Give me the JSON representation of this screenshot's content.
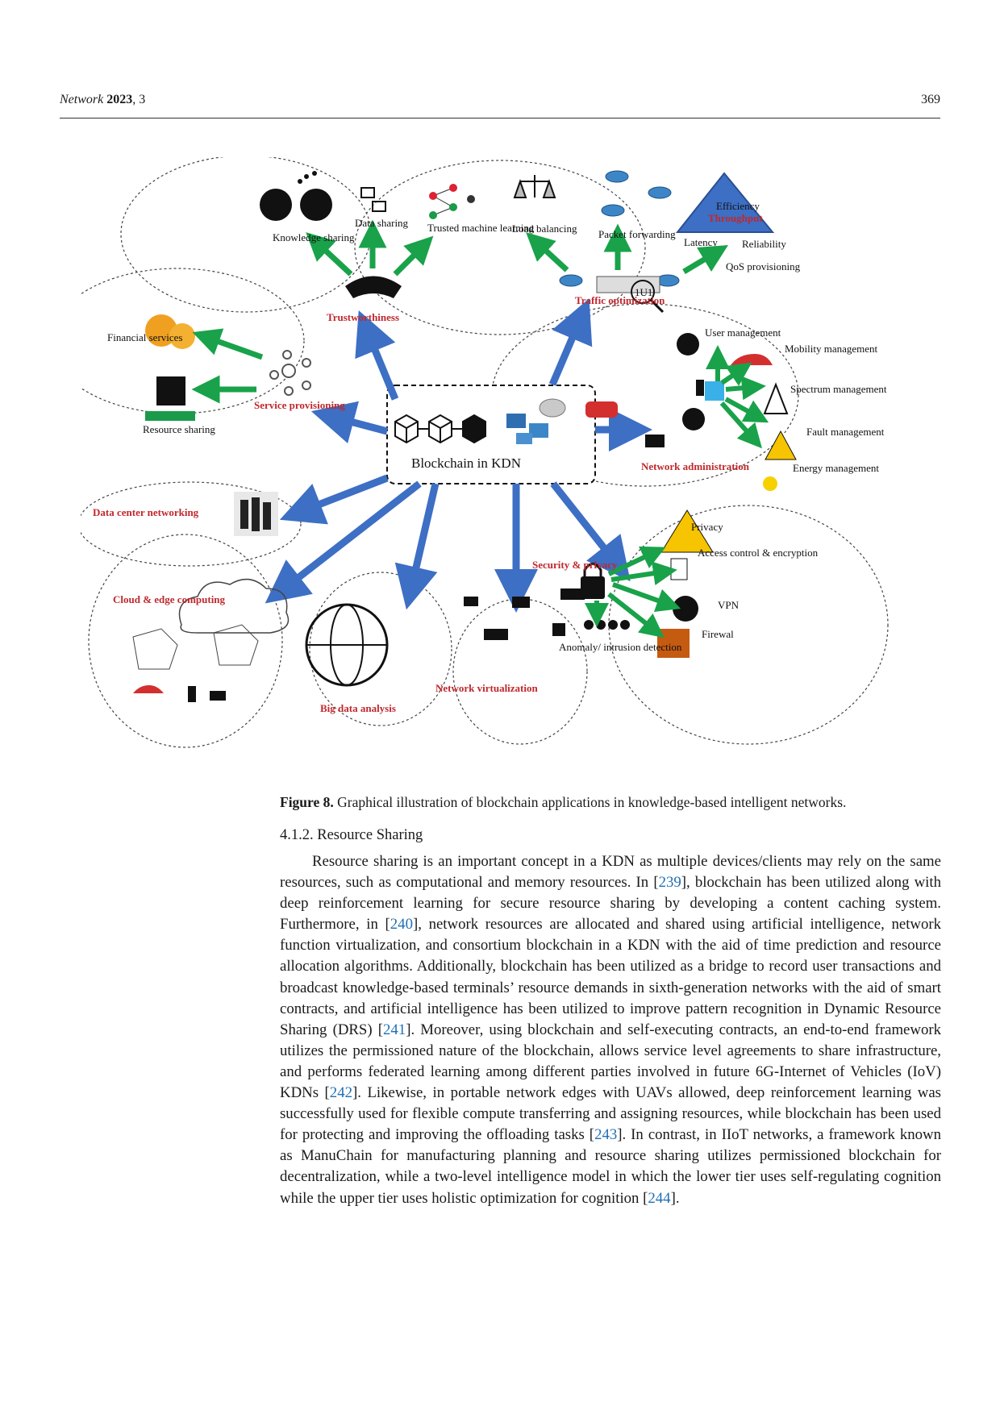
{
  "header": {
    "journal": "Network",
    "year": "2023",
    "volume": ", 3",
    "page": "369"
  },
  "figure": {
    "center_label": "Blockchain in KDN",
    "nodes": {
      "knowledge_sharing": "Knowledge sharing",
      "data_sharing": "Data sharing",
      "trusted_ml": "Trusted machine learning",
      "trustworthiness": "Trustworthiness",
      "load_balancing": "Load balancing",
      "packet_forwarding": "Packet forwarding",
      "efficiency": "Efficiency",
      "throughput": "Throughput",
      "latency": "Latency",
      "reliability": "Reliability",
      "qos": "QoS provisioning",
      "traffic_opt": "Traffic optimization",
      "financial": "Financial services",
      "resource_sharing": "Resource sharing",
      "service_prov": "Service provisioning",
      "user_mgmt": "User management",
      "mobility": "Mobility management",
      "spectrum": "Spectrum management",
      "fault": "Fault management",
      "energy": "Energy management",
      "net_admin": "Network administration",
      "data_center": "Data center networking",
      "cloud_edge": "Cloud & edge computing",
      "big_data": "Big data analysis",
      "net_virt": "Network virtualization",
      "privacy": "Privacy",
      "access_control": "Access control & encryption",
      "vpn": "VPN",
      "firewall": "Firewal",
      "anomaly": "Anomaly/ intrusion detection",
      "security": "Security & privacy",
      "binary": "1U1"
    }
  },
  "caption": {
    "label": "Figure 8.",
    "text": "Graphical illustration of blockchain applications in knowledge-based intelligent networks."
  },
  "subsection": "4.1.2. Resource Sharing",
  "paragraph": [
    {
      "t": "Resource sharing is an important concept in a KDN as multiple devices/clients may rely on the same resources, such as computational and memory resources. In ["
    },
    {
      "c": "239"
    },
    {
      "t": "], blockchain has been utilized along with deep reinforcement learning for secure resource sharing by developing a content caching system. Furthermore, in ["
    },
    {
      "c": "240"
    },
    {
      "t": "], network resources are allocated and shared using artificial intelligence, network function virtualization, and consortium blockchain in a KDN with the aid of time prediction and resource allocation algorithms. Additionally, blockchain has been utilized as a bridge to record user transactions and broadcast knowledge-based terminals’ resource demands in sixth-generation networks with the aid of smart contracts, and artificial intelligence has been utilized to improve pattern recognition in Dynamic Resource Sharing (DRS) ["
    },
    {
      "c": "241"
    },
    {
      "t": "]. Moreover, using blockchain and self-executing contracts, an end-to-end framework utilizes the permissioned nature of the blockchain, allows service level agreements to share infrastructure, and performs federated learning among different parties involved in future 6G-Internet of Vehicles (IoV) KDNs ["
    },
    {
      "c": "242"
    },
    {
      "t": "]. Likewise, in portable network edges with UAVs allowed, deep reinforcement learning was successfully used for flexible compute transferring and assigning resources, while blockchain has been used for protecting and improving the offloading tasks ["
    },
    {
      "c": "243"
    },
    {
      "t": "]. In contrast, in IIoT networks, a framework known as ManuChain for manufacturing planning and resource sharing utilizes permissioned blockchain for decentralization, while a two-level intelligence model in which the lower tier uses self-regulating cognition while the upper tier uses holistic optimization for cognition ["
    },
    {
      "c": "244"
    },
    {
      "t": "]."
    }
  ]
}
